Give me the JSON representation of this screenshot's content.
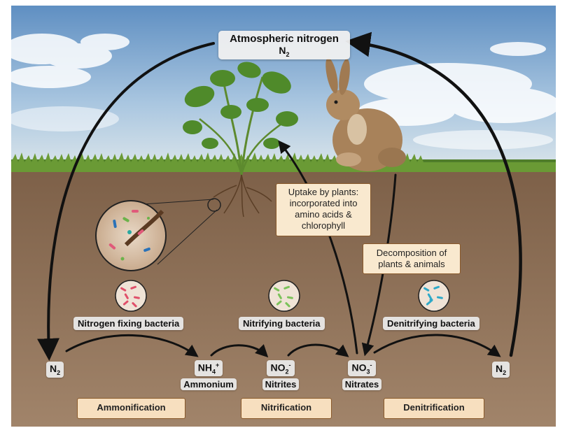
{
  "atmosphere": {
    "title": "Atmospheric nitrogen",
    "formula": "N",
    "formula_sub": "2"
  },
  "bacteria": [
    {
      "label": "Nitrogen fixing bacteria"
    },
    {
      "label": "Nitrifying bacteria"
    },
    {
      "label": "Denitrifying bacteria"
    }
  ],
  "compounds": {
    "n2_left": {
      "formula": "N",
      "sub": "2"
    },
    "nh4": {
      "formula": "NH",
      "sub": "4",
      "sup": "+",
      "name": "Ammonium"
    },
    "no2": {
      "formula": "NO",
      "sub": "2",
      "sup": "-",
      "name": "Nitrites"
    },
    "no3": {
      "formula": "NO",
      "sub": "3",
      "sup": "-",
      "name": "Nitrates"
    },
    "n2_right": {
      "formula": "N",
      "sub": "2"
    }
  },
  "processes": [
    "Ammonification",
    "Nitrification",
    "Denitrification"
  ],
  "notes": {
    "uptake": "Uptake by plants: incorporated into amino acids & chlorophyll",
    "decomposition": "Decomposition of plants & animals"
  },
  "colors": {
    "sky": "#8fb3d6",
    "soil": "#8c6f55",
    "grass": "#5a8a2e",
    "box_fill": "#f7dfbf",
    "box_border": "#8a5a2b"
  }
}
